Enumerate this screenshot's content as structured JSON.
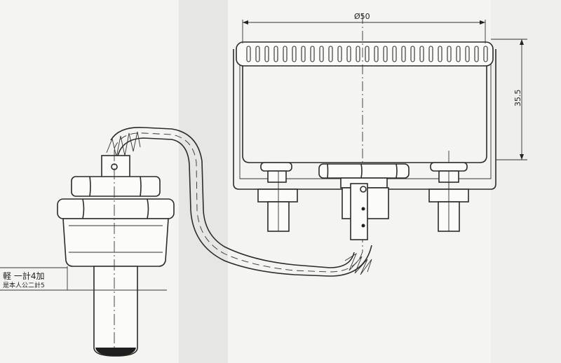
{
  "drawing": {
    "dimension_diameter": "Ø50",
    "dimension_height": "35.5",
    "note_primary": "軽 一計4加",
    "note_secondary": "是本人公二計5"
  }
}
